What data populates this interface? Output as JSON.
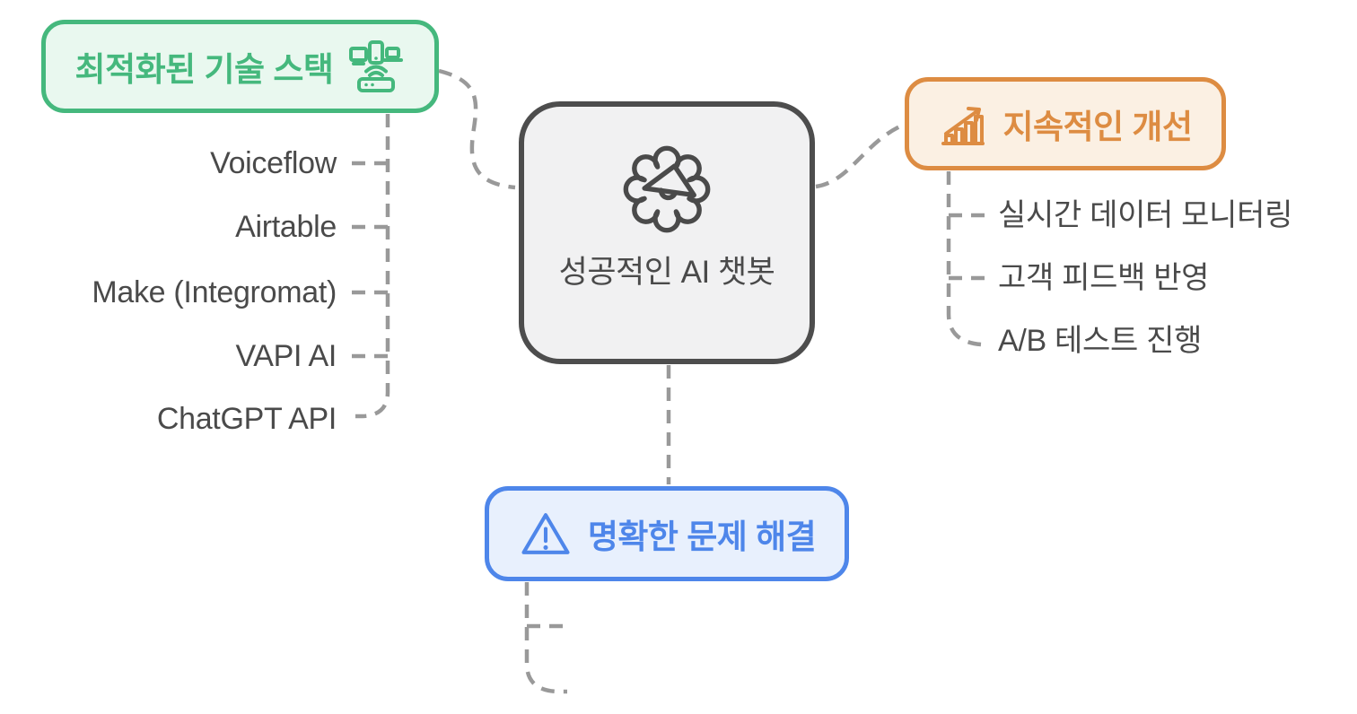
{
  "colors": {
    "green-accent": "#45B87D",
    "green-fill": "#E9F8EF",
    "orange-accent": "#DD8C42",
    "orange-fill": "#FBF0E3",
    "blue-accent": "#4E86EA",
    "blue-fill": "#E8F0FD",
    "gray-border": "#4D4D4D",
    "gray-fill": "#F1F1F2",
    "text-gray": "#4A4A4A",
    "connector-gray": "#999999",
    "background": "#FFFFFF"
  },
  "center": {
    "label": "성공적인 AI 챗봇",
    "icon": "gear-megaphone-icon"
  },
  "branches": {
    "tech_stack": {
      "label": "최적화된 기술 스택",
      "icon": "devices-icon",
      "children": [
        "Voiceflow",
        "Airtable",
        "Make (Integromat)",
        "VAPI AI",
        "ChatGPT API"
      ]
    },
    "improvement": {
      "label": "지속적인 개선",
      "icon": "bar-chart-growth-icon",
      "children": [
        "실시간 데이터 모니터링",
        "고객 피드백 반영",
        "A/B 테스트 진행"
      ]
    },
    "problem_solving": {
      "label": "명확한 문제 해결",
      "icon": "warning-triangle-icon",
      "children": []
    }
  }
}
